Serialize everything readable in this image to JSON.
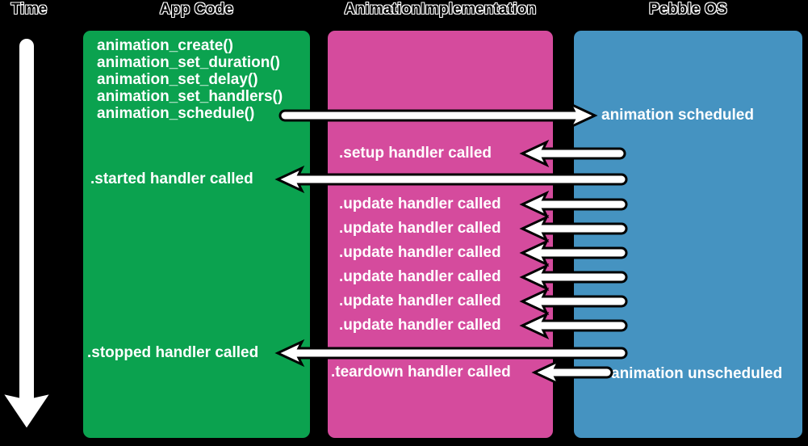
{
  "headers": {
    "time": "Time",
    "app_code": "App Code",
    "implementation": "AnimationImplementation",
    "pebble_os": "Pebble OS"
  },
  "app_code_box": {
    "functions": [
      "animation_create()",
      "animation_set_duration()",
      "animation_set_delay()",
      "animation_set_handlers()",
      "animation_schedule()"
    ],
    "started_label": ".started handler called",
    "stopped_label": ".stopped handler called"
  },
  "implementation_box": {
    "setup_label": ".setup handler called",
    "update_labels": [
      ".update handler called",
      ".update handler called",
      ".update handler called",
      ".update handler called",
      ".update handler called",
      ".update handler called"
    ],
    "teardown_label": ".teardown handler called"
  },
  "pebble_os_box": {
    "scheduled_label": "animation scheduled",
    "unscheduled_label": "animation unscheduled"
  },
  "colors": {
    "background": "#000000",
    "app_code": "#0ba24f",
    "implementation": "#d54b9d",
    "pebble_os": "#4593c1",
    "arrow": "#ffffff",
    "outline": "#000000",
    "text": "#ffffff"
  }
}
